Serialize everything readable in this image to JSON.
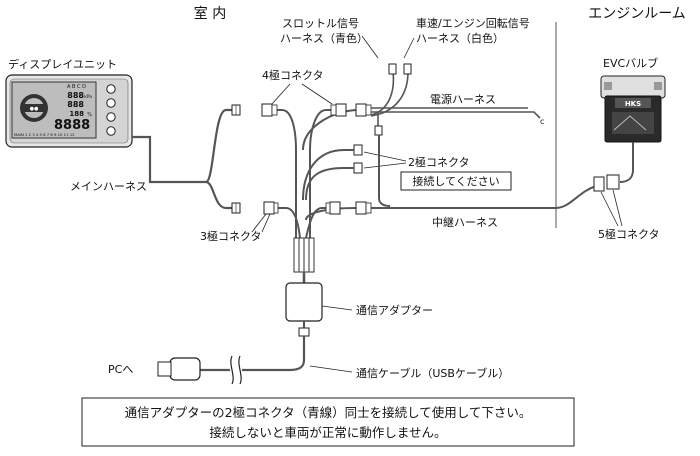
{
  "sections": {
    "indoor": "室 内",
    "engine_room": "エンジンルーム"
  },
  "labels": {
    "display_unit": "ディスプレイユニット",
    "throttle_harness_line1": "スロットル信号",
    "throttle_harness_line2": "ハーネス（青色）",
    "speed_harness_line1": "車速/エンジン回転信号",
    "speed_harness_line2": "ハーネス（白色）",
    "four_pole_connector": "4極コネクタ",
    "power_harness": "電源ハーネス",
    "two_pole_connector": "2極コネクタ",
    "connect_prompt": "接続してください",
    "main_harness": "メインハーネス",
    "three_pole_connector": "3極コネクタ",
    "relay_harness": "中継ハーネス",
    "evc_valve": "EVCバルブ",
    "five_pole_connector": "5極コネクタ",
    "comm_adapter": "通信アダプター",
    "pc": "PCへ",
    "comm_cable": "通信ケーブル（USBケーブル）",
    "wire_end_c": "c"
  },
  "display": {
    "digits": "8888",
    "small_digits_1": "888",
    "small_digits_2": "888",
    "small_digits_3": "188",
    "mode_text": "MAIN 1 2 3 4 5 6 7 8 9 10 11 12",
    "unit_1": "kPa",
    "unit_2": "%",
    "indicator": "A B C D"
  },
  "evc": {
    "brand": "HKS"
  },
  "footer": {
    "line1": "通信アダプターの2極コネクタ（青線）同士を接続して使用して下さい。",
    "line2": "接続しないと車両が正常に動作しません。"
  }
}
